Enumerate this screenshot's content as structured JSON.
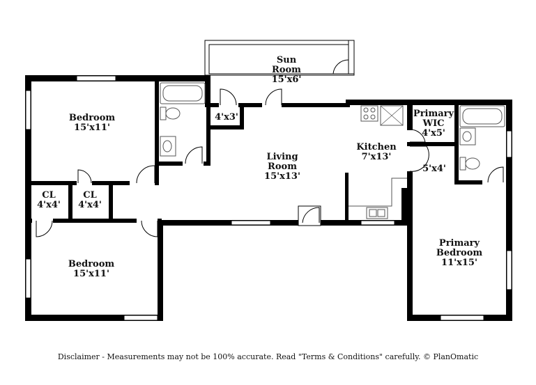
{
  "rooms": {
    "sun_room": {
      "name": "Sun Room",
      "line1": "Sun",
      "line2": "Room",
      "dims": "15'x6'"
    },
    "bedroom_top": {
      "name": "Bedroom",
      "dims": "15'x11'"
    },
    "closet_small": {
      "dims": "4'x3'"
    },
    "living_room": {
      "line1": "Living",
      "line2": "Room",
      "dims": "15'x13'"
    },
    "kitchen": {
      "name": "Kitchen",
      "dims": "7'x13'"
    },
    "primary_wic": {
      "line1": "Primary",
      "line2": "WIC",
      "dims": "4'x5'"
    },
    "primary_bath": {
      "dims": "5'x4'"
    },
    "closet_left": {
      "name": "CL",
      "dims": "4'x4'"
    },
    "closet_right": {
      "name": "CL",
      "dims": "4'x4'"
    },
    "bedroom_bottom": {
      "name": "Bedroom",
      "dims": "15'x11'"
    },
    "primary_bedroom": {
      "line1": "Primary",
      "line2": "Bedroom",
      "dims": "11'x15'"
    }
  },
  "disclaimer": "Disclaimer - Measurements may not be 100% accurate. Read \"Terms & Conditions\" carefully. © PlanOmatic",
  "colors": {
    "wall": "#000000",
    "fixture": "#555555",
    "background": "#ffffff"
  }
}
